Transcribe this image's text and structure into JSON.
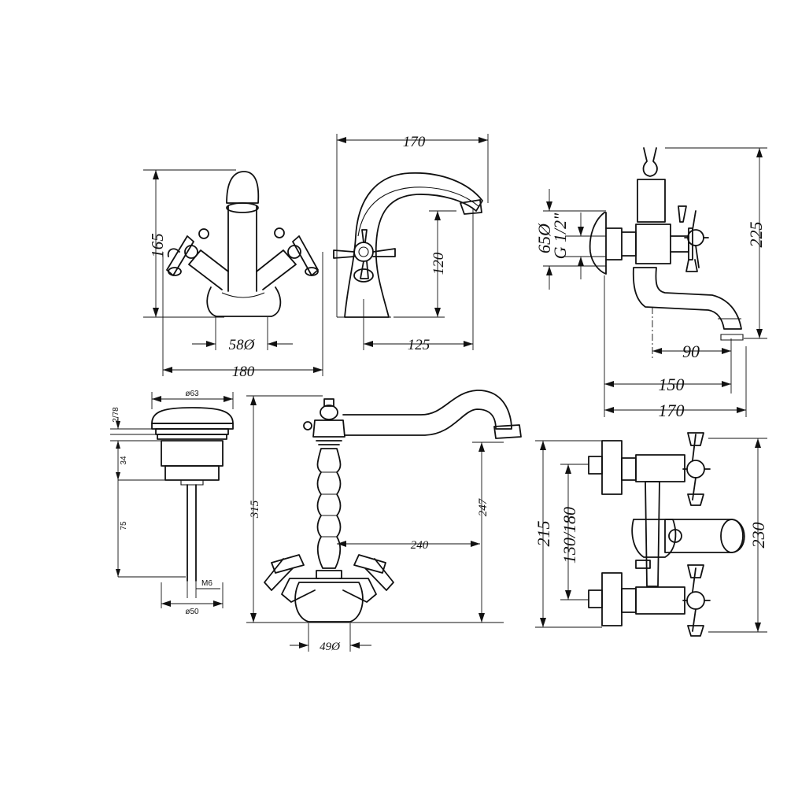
{
  "colors": {
    "line": "#111111",
    "background": "#ffffff"
  },
  "basin_mixer_front": {
    "height": "165",
    "base_diameter": "58Ø",
    "width": "180"
  },
  "basin_mixer_side": {
    "width": "170",
    "spout_height": "120",
    "spout_reach": "125"
  },
  "bath_mixer_side": {
    "connection_diameter": "65Ø",
    "thread": "G 1/2\"",
    "height": "225",
    "spout_reach": "90",
    "outlet_distance": "150",
    "depth": "170"
  },
  "waste": {
    "top_diameter": "ø63",
    "cap_height": "2/78",
    "body_height": "34",
    "rod_length": "75",
    "thread": "M6",
    "bottom_diameter": "ø50"
  },
  "kitchen_mixer": {
    "height": "315",
    "spout_height": "247",
    "spout_reach": "240",
    "base_diameter": "49Ø"
  },
  "bath_mixer_front": {
    "height": "215",
    "centres": "130/180",
    "width": "230"
  }
}
